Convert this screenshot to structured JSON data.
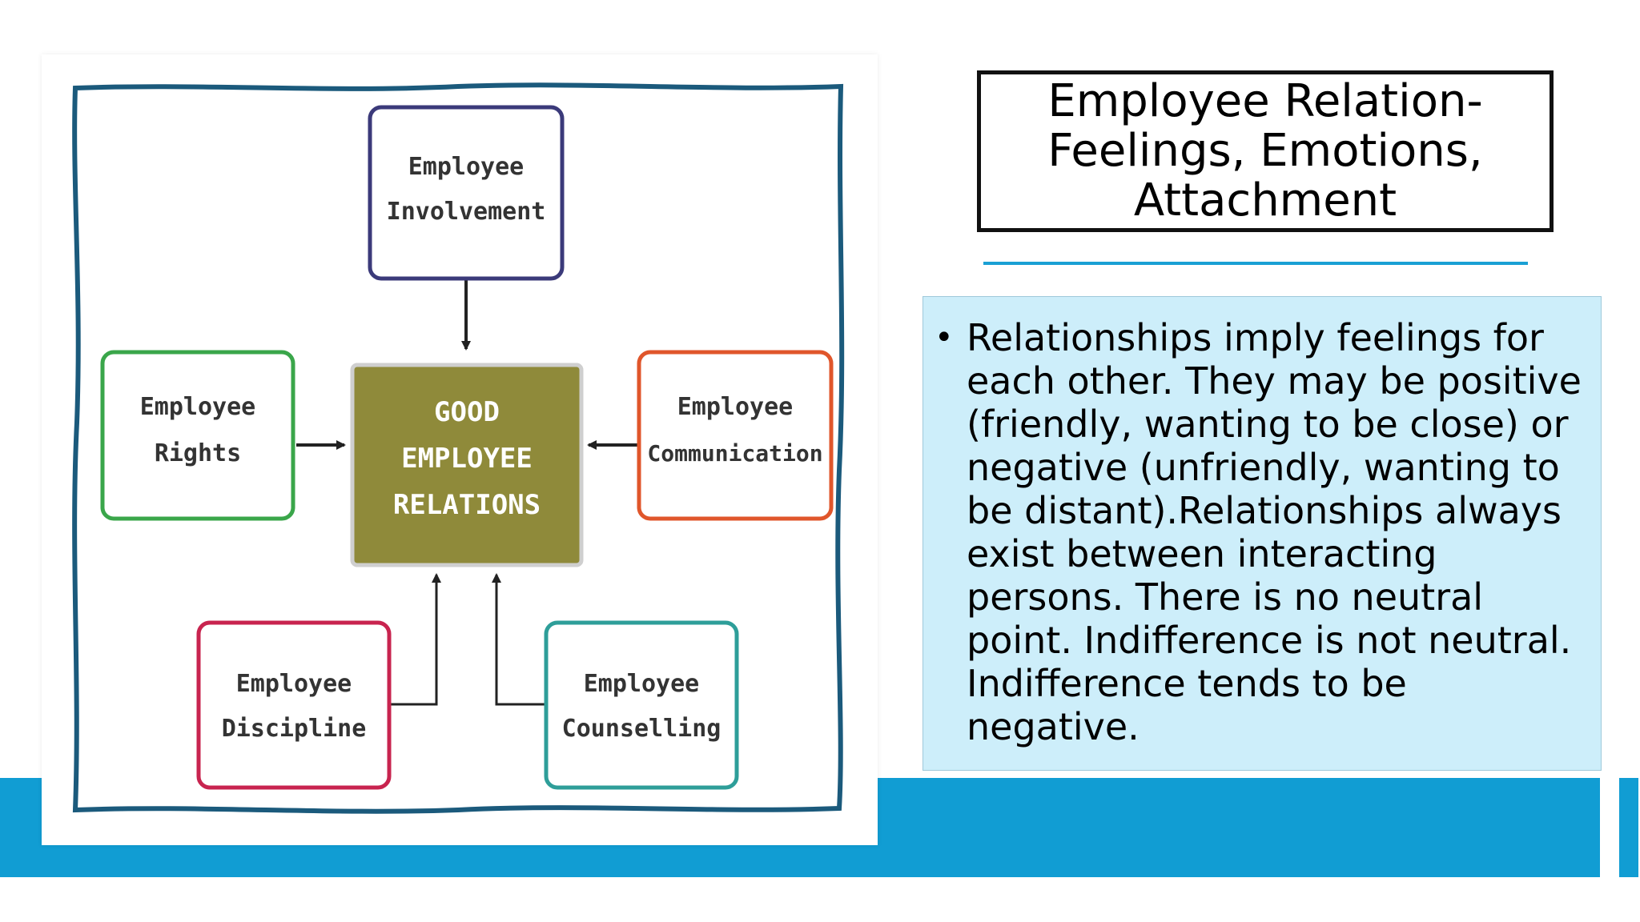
{
  "slide": {
    "title": "Employee Relation-\nFeelings, Emotions,\nAttachment",
    "body_bullets": [
      "Relationships imply feelings for each other. They may be positive (friendly, wanting to be close) or negative (unfriendly, wanting to be distant).Relationships always exist between interacting persons. There is no neutral point. Indifference is not neutral. Indifference tends to be negative."
    ],
    "bullet_glyph": "•"
  },
  "diagram": {
    "center": {
      "line1": "GOOD",
      "line2": "EMPLOYEE",
      "line3": "RELATIONS",
      "color": "#8f8a3a"
    },
    "boxes": {
      "involvement": {
        "line1": "Employee",
        "line2": "Involvement",
        "color": "#3b3a7a"
      },
      "rights": {
        "line1": "Employee",
        "line2": "Rights",
        "color": "#3aa64a"
      },
      "communication": {
        "line1": "Employee",
        "line2": "Communication",
        "color": "#e0562b"
      },
      "discipline": {
        "line1": "Employee",
        "line2": "Discipline",
        "color": "#c8244f"
      },
      "counselling": {
        "line1": "Employee",
        "line2": "Counselling",
        "color": "#2e9e99"
      }
    },
    "frame_color": "#1b5a7c"
  },
  "theme": {
    "band_color": "#119dd3",
    "content_bg": "#cdeefa",
    "rule_color": "#1aa0d4"
  }
}
